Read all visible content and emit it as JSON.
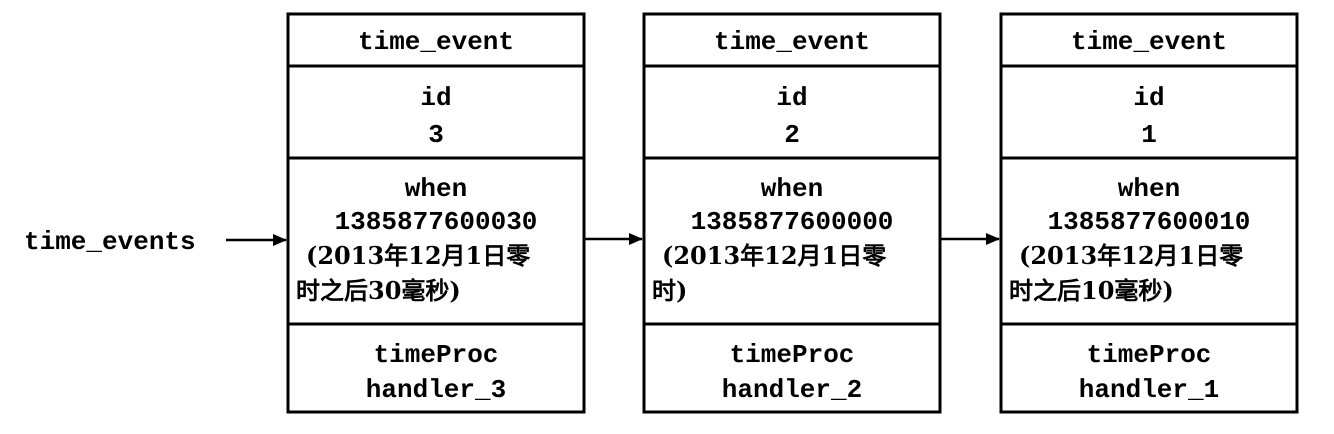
{
  "list_label": "time_events",
  "nodes": [
    {
      "header": "time_event",
      "id_label": "id",
      "id_value": "3",
      "when_label": "when",
      "when_value": "1385877600030",
      "when_note_1": "(2013年12月1日零",
      "when_note_2": "时之后30毫秒)",
      "proc_label": "timeProc",
      "proc_value": "handler_3"
    },
    {
      "header": "time_event",
      "id_label": "id",
      "id_value": "2",
      "when_label": "when",
      "when_value": "1385877600000",
      "when_note_1": "(2013年12月1日零",
      "when_note_2": "时)",
      "proc_label": "timeProc",
      "proc_value": "handler_2"
    },
    {
      "header": "time_event",
      "id_label": "id",
      "id_value": "1",
      "when_label": "when",
      "when_value": "1385877600010",
      "when_note_1": "(2013年12月1日零",
      "when_note_2": "时之后10毫秒)",
      "proc_label": "timeProc",
      "proc_value": "handler_1"
    }
  ]
}
